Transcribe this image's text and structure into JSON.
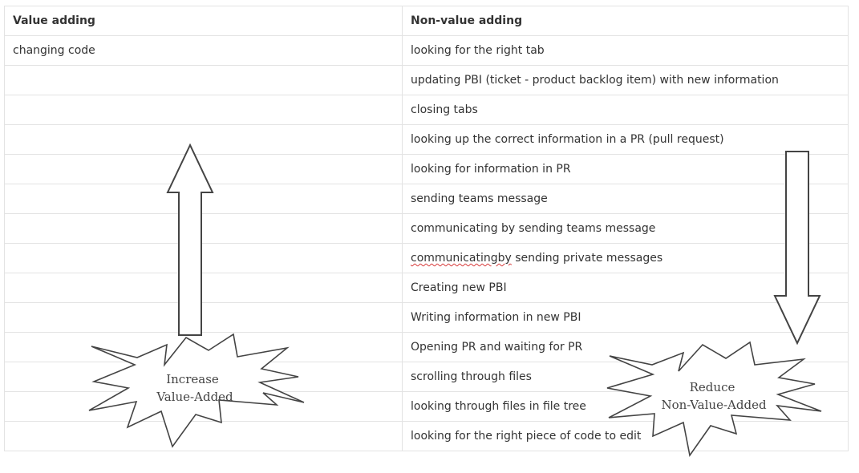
{
  "table": {
    "headers": {
      "value": "Value adding",
      "nonvalue": "Non-value adding"
    },
    "rows": [
      {
        "value": "changing code",
        "nonvalue": "looking for the right tab"
      },
      {
        "value": "",
        "nonvalue": "updating PBI (ticket - product backlog item) with new information"
      },
      {
        "value": "",
        "nonvalue": "closing tabs"
      },
      {
        "value": "",
        "nonvalue": "looking up the correct information in a PR (pull request)"
      },
      {
        "value": "",
        "nonvalue": "looking for information in PR"
      },
      {
        "value": "",
        "nonvalue": "sending teams message"
      },
      {
        "value": "",
        "nonvalue": "communicating by sending teams message"
      },
      {
        "value": "",
        "nonvalue_misspelled": "communicatingby",
        "nonvalue_rest": " sending private messages"
      },
      {
        "value": "",
        "nonvalue": "Creating new PBI"
      },
      {
        "value": "",
        "nonvalue": "Writing information in new PBI"
      },
      {
        "value": "",
        "nonvalue": "Opening PR and waiting for PR"
      },
      {
        "value": "",
        "nonvalue": "scrolling through files"
      },
      {
        "value": "",
        "nonvalue": "looking through files in file tree"
      },
      {
        "value": "",
        "nonvalue": "looking for the right piece of code to edit"
      }
    ]
  },
  "left_callout": {
    "line1": "Increase",
    "line2": "Value-Added"
  },
  "right_callout": {
    "line1": "Reduce",
    "line2": "Non-Value-Added"
  },
  "colors": {
    "border": "#e3e3e3",
    "text": "#333333",
    "spellcheck": "#d83b3b",
    "drawing": "#444444"
  }
}
